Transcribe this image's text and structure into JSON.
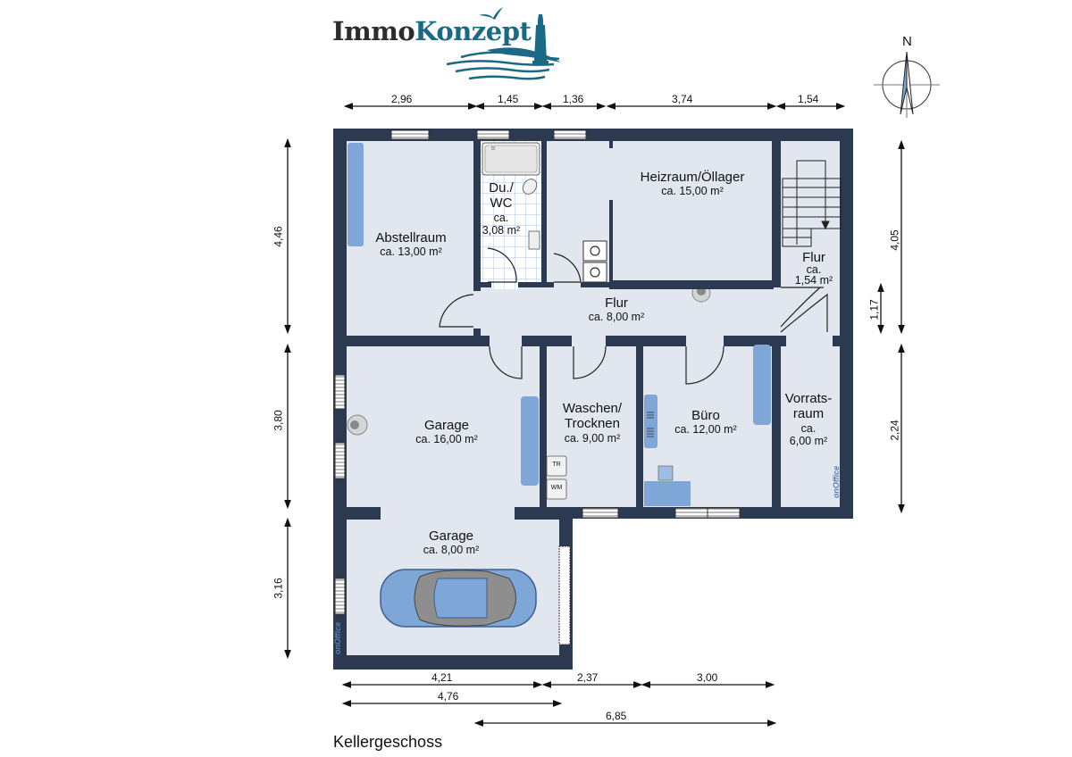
{
  "brand": {
    "logo_part1": "Immo",
    "logo_part2": "Konzept",
    "colors": {
      "dark": "#2d2d2d",
      "teal": "#1a6a86"
    }
  },
  "compass": {
    "label": "N"
  },
  "floor": {
    "title": "Kellergeschoss",
    "wall_color": "#2b3a50",
    "floor_color": "#e1e6ef",
    "furniture_color": "#7ea6d6"
  },
  "rooms": [
    {
      "id": "abstellraum",
      "name": "Abstellraum",
      "area": "ca. 13,00 m²"
    },
    {
      "id": "du-wc",
      "name_line1": "Du./",
      "name_line2": "WC",
      "area_line1": "ca.",
      "area_line2": "3,08 m²"
    },
    {
      "id": "heizraum",
      "name": "Heizraum/Öllager",
      "area": "ca. 15,00 m²"
    },
    {
      "id": "flur-small",
      "name": "Flur",
      "area_line1": "ca.",
      "area_line2": "1,54 m²"
    },
    {
      "id": "flur",
      "name": "Flur",
      "area": "ca. 8,00 m²"
    },
    {
      "id": "garage-1",
      "name": "Garage",
      "area": "ca. 16,00 m²"
    },
    {
      "id": "waschen",
      "name_line1": "Waschen/",
      "name_line2": "Trocknen",
      "area": "ca. 9,00 m²"
    },
    {
      "id": "buero",
      "name": "Büro",
      "area": "ca. 12,00 m²"
    },
    {
      "id": "vorratsraum",
      "name_line1": "Vorrats-",
      "name_line2": "raum",
      "area_line1": "ca.",
      "area_line2": "6,00 m²"
    },
    {
      "id": "garage-2",
      "name": "Garage",
      "area": "ca. 8,00 m²"
    }
  ],
  "appliances": {
    "dryer": "TR",
    "washer": "WM"
  },
  "watermark": "onOffice",
  "dimensions": {
    "top": [
      "2,96",
      "1,45",
      "1,36",
      "3,74",
      "1,54"
    ],
    "left": [
      "4,46",
      "3,80",
      "3,16"
    ],
    "right": [
      "4,05",
      "1,17",
      "2,24"
    ],
    "bottom_row1": [
      "4,21",
      "2,37",
      "3,00"
    ],
    "bottom_row2": [
      "4,76"
    ],
    "bottom_row3": [
      "6,85"
    ]
  }
}
